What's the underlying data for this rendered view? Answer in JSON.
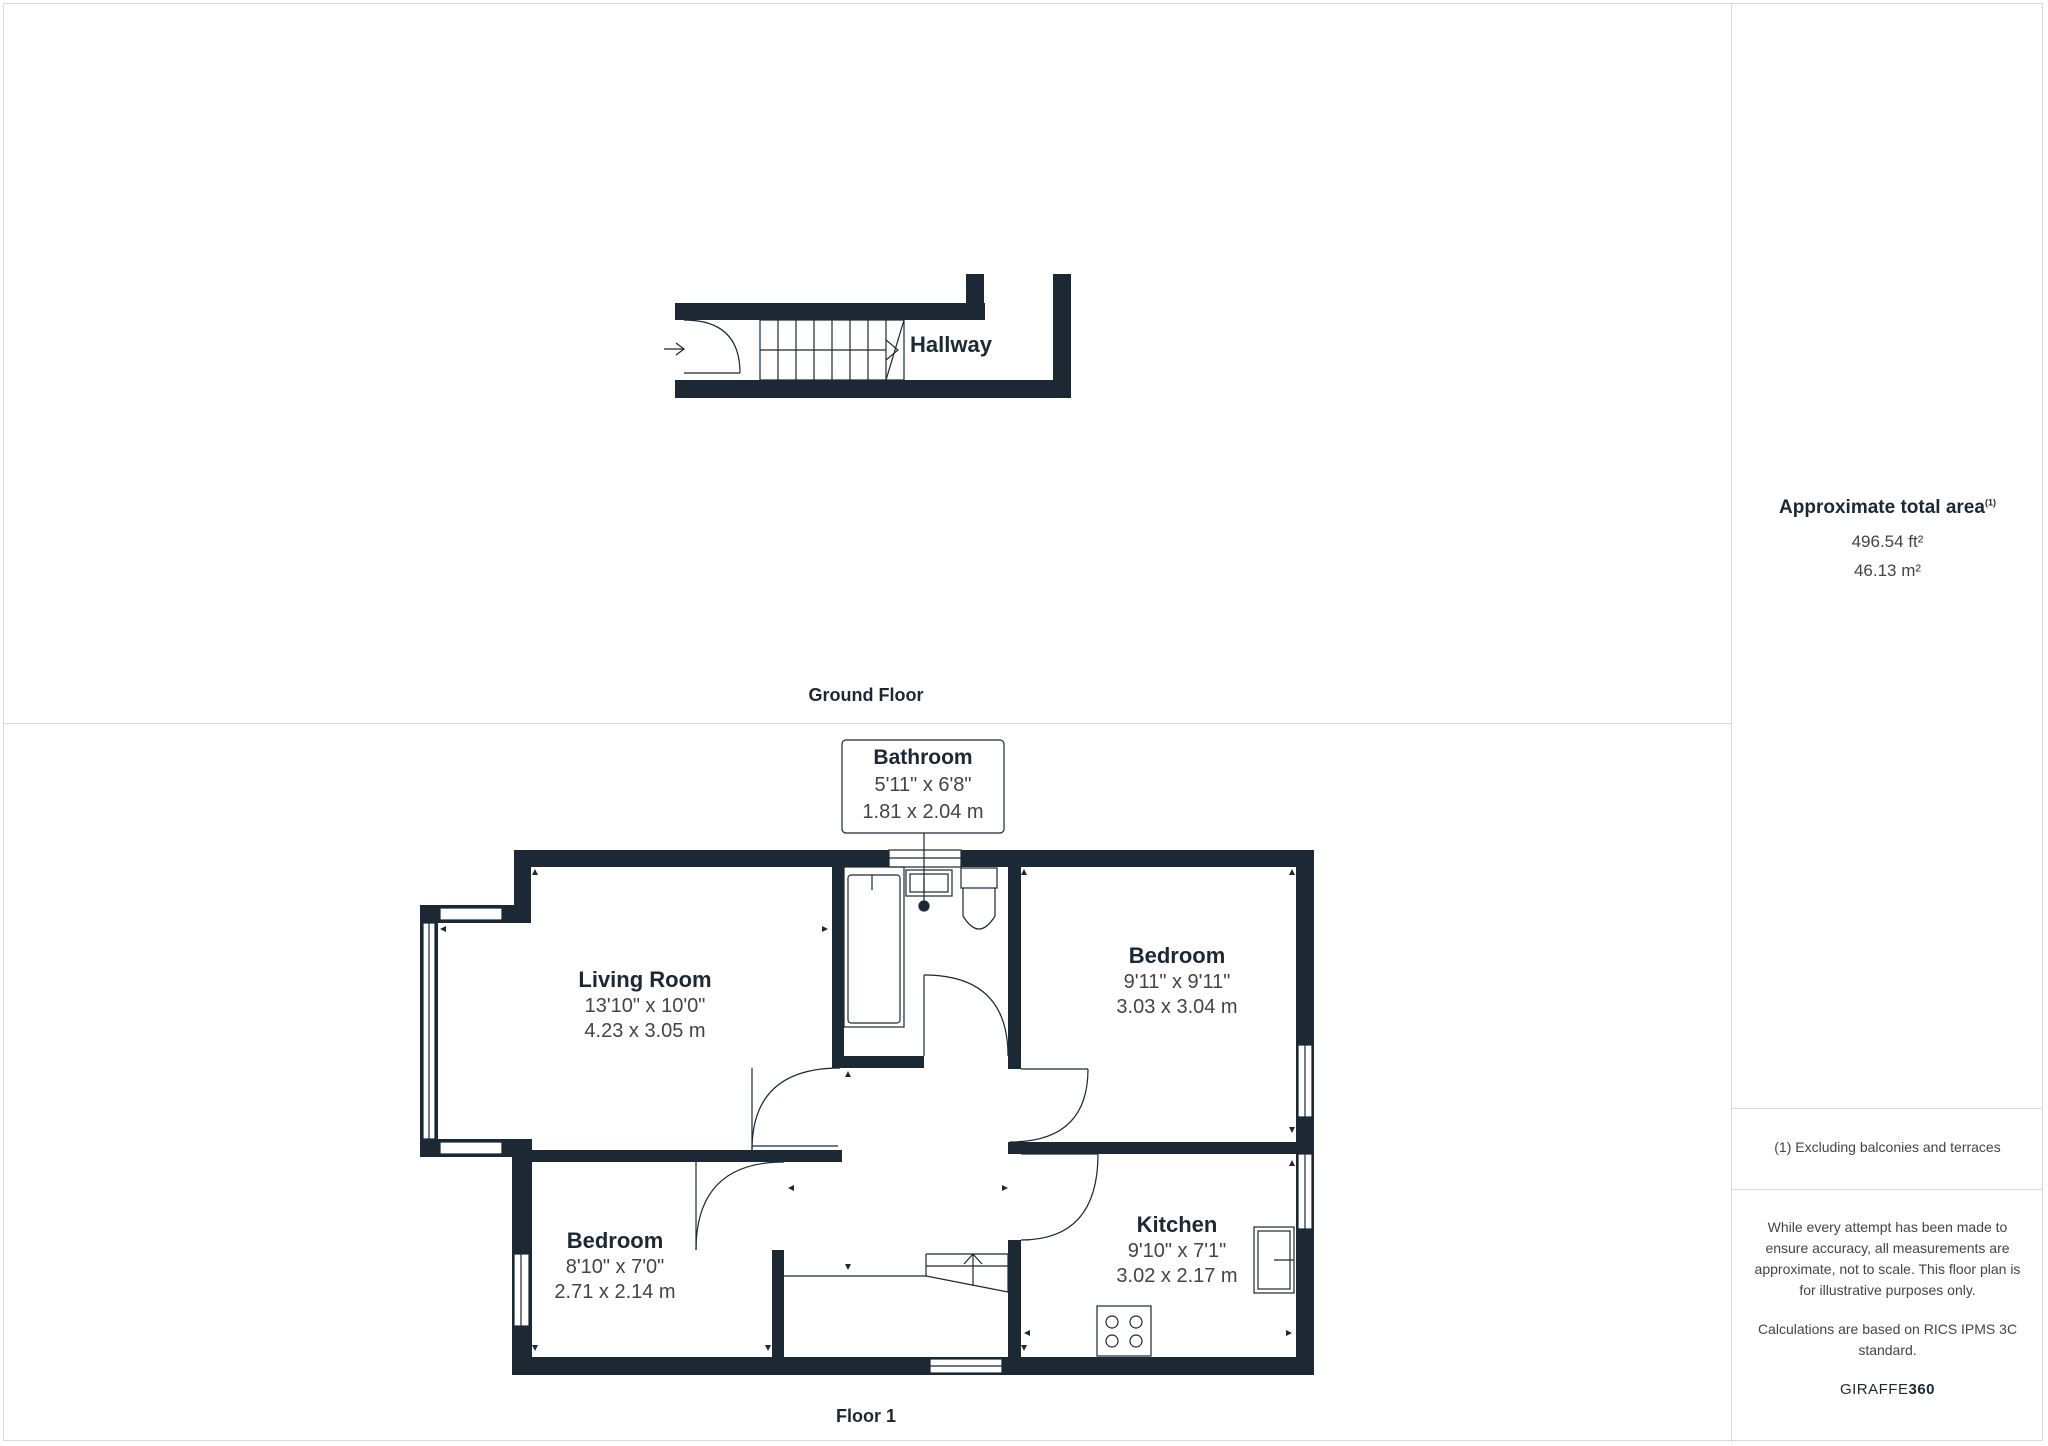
{
  "ground_floor": {
    "label": "Ground Floor",
    "rooms": [
      {
        "name": "Hallway"
      }
    ]
  },
  "floor1": {
    "label": "Floor 1",
    "rooms": [
      {
        "name": "Bathroom",
        "imperial": "5'11\" x 6'8\"",
        "metric": "1.81 x 2.04 m"
      },
      {
        "name": "Living Room",
        "imperial": "13'10\" x 10'0\"",
        "metric": "4.23 x 3.05 m"
      },
      {
        "name": "Bedroom",
        "imperial": "9'11\" x 9'11\"",
        "metric": "3.03 x 3.04 m"
      },
      {
        "name": "Bedroom",
        "imperial": "8'10\" x 7'0\"",
        "metric": "2.71 x 2.14 m"
      },
      {
        "name": "Kitchen",
        "imperial": "9'10\" x 7'1\"",
        "metric": "3.02 x 2.17 m"
      }
    ]
  },
  "summary": {
    "title": "Approximate total area",
    "title_note": "(1)",
    "area_ft": "496.54 ft²",
    "area_m": "46.13 m²",
    "footnote": "(1) Excluding balconies and terraces",
    "disclaimer": "While every attempt has been made to ensure accuracy, all measurements are approximate, not to scale. This floor plan is for illustrative purposes only.",
    "calc_note": "Calculations are based on RICS IPMS 3C standard.",
    "brand_light": "GIRAFFE",
    "brand_bold": "360"
  },
  "colors": {
    "wall": "#1c2833",
    "line": "#1c2833",
    "separator": "#d6dadf"
  }
}
